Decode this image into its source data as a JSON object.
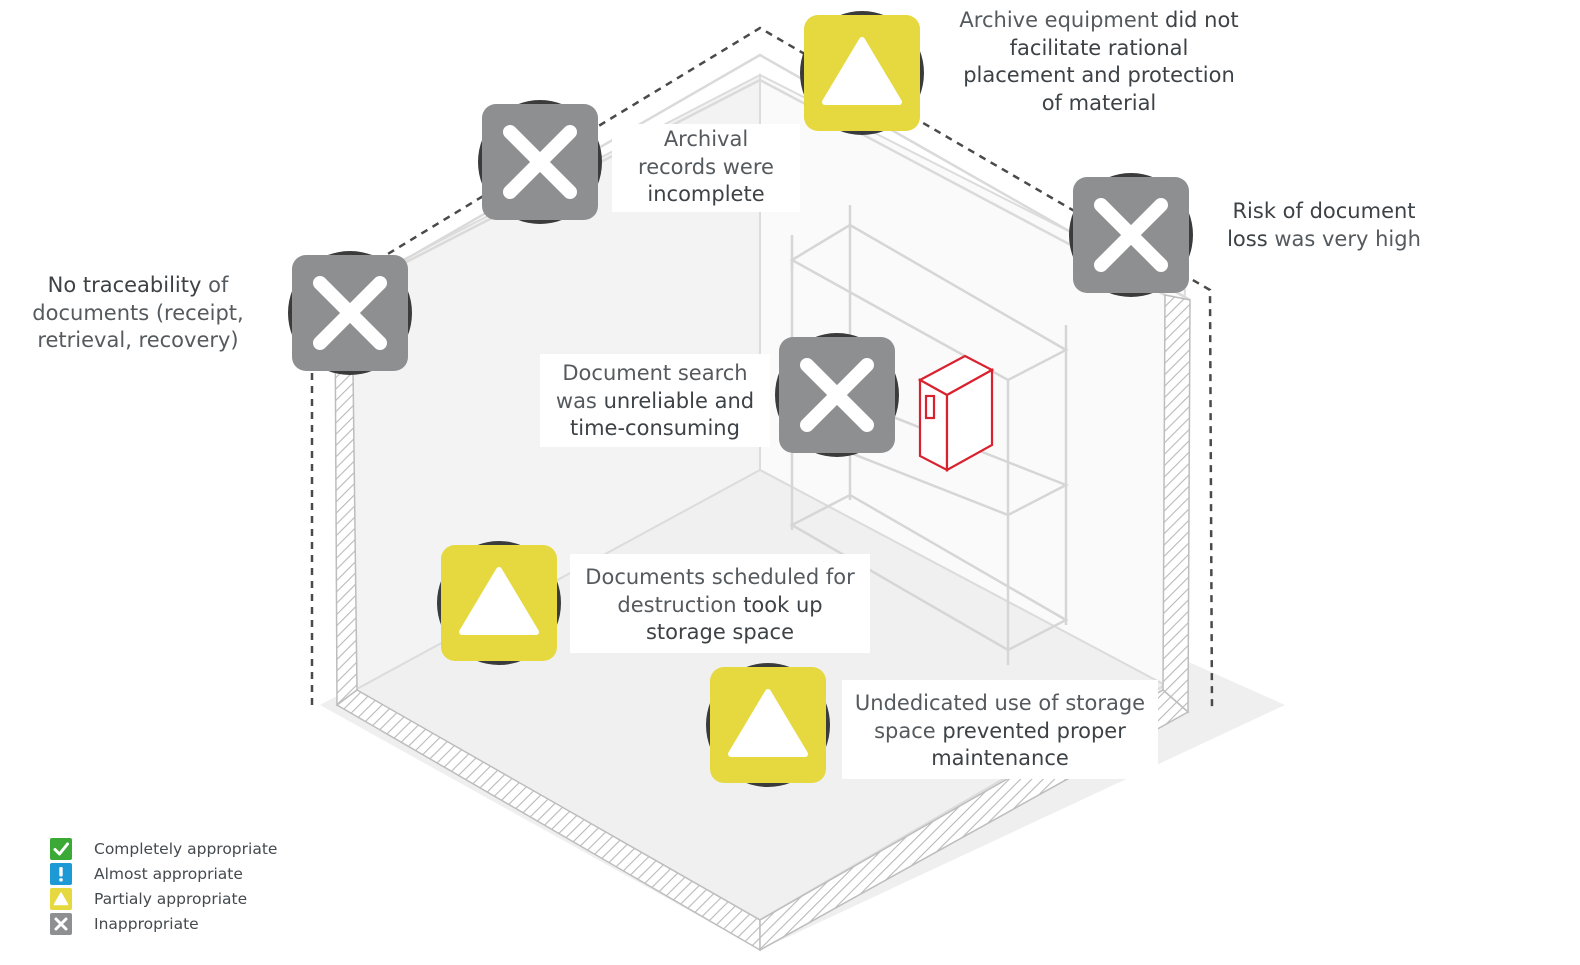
{
  "callouts": {
    "no_traceability": {
      "bold": "No traceability",
      "rest1": " of",
      "line2": "documents (receipt,",
      "line3": "retrieval, recovery)"
    },
    "archival": {
      "line1": "Archival",
      "line2": "records were",
      "bold": "incomplete"
    },
    "equipment": {
      "plain": "Archive equipment ",
      "bold1": "did not",
      "line2": "facilitate rational",
      "line3": "placement and protection",
      "line4": "of material"
    },
    "risk": {
      "bold": "Risk of document",
      "line2_bold": "loss",
      "line2_rest": " was very high"
    },
    "search": {
      "line1": "Document search",
      "line2_plain": "was ",
      "line2_bold": "unreliable and",
      "line3": "time-consuming"
    },
    "destruction": {
      "line1": "Documents scheduled for",
      "line2_plain": "destruction ",
      "line2_bold": "took up",
      "line3": "storage space"
    },
    "undedicated": {
      "line1": "Undedicated use of storage",
      "line2_plain": "space ",
      "line2_bold": "prevented proper",
      "line3": "maintenance"
    }
  },
  "markers": [
    {
      "status": "inappropriate",
      "for": "no_traceability"
    },
    {
      "status": "inappropriate",
      "for": "archival"
    },
    {
      "status": "partially",
      "for": "equipment"
    },
    {
      "status": "inappropriate",
      "for": "risk"
    },
    {
      "status": "inappropriate",
      "for": "search"
    },
    {
      "status": "partially",
      "for": "destruction"
    },
    {
      "status": "partially",
      "for": "undedicated"
    }
  ],
  "legend": [
    {
      "status": "complete",
      "icon": "checkmark-icon",
      "color": "#3aa935",
      "label": "Completely appropriate"
    },
    {
      "status": "almost",
      "icon": "exclamation-icon",
      "color": "#1d9ad6",
      "label": "Almost appropriate"
    },
    {
      "status": "partially",
      "icon": "triangle-icon",
      "color": "#e5d93f",
      "label": "Partialy appropriate"
    },
    {
      "status": "inappropriate",
      "icon": "cross-icon",
      "color": "#8e8f91",
      "label": "Inappropriate"
    }
  ],
  "colors": {
    "partially": "#e5d93f",
    "inappropriate": "#8e8f91",
    "room_floor": "#efefef",
    "binder": "#d9222f"
  }
}
